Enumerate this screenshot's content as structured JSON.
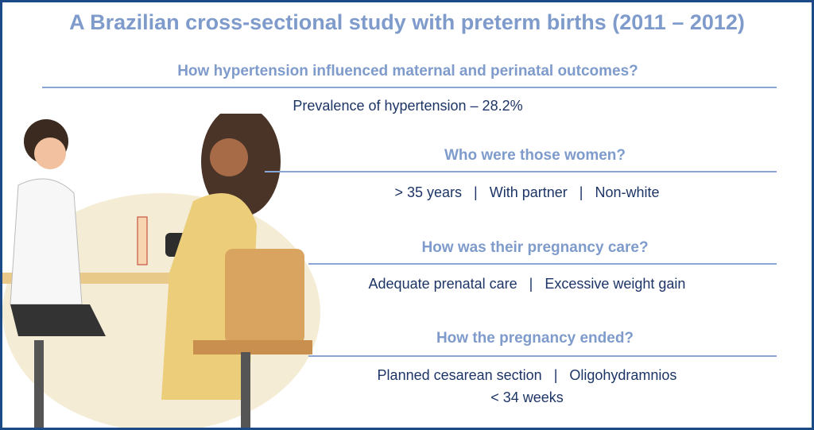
{
  "title": "A Brazilian cross-sectional study with preterm births (2011 – 2012)",
  "sections": [
    {
      "heading": "How hypertension influenced maternal and perinatal outcomes?",
      "lines": [
        "Prevalence of hypertension – 28.2%"
      ]
    },
    {
      "heading": "Who were those women?",
      "lines": [
        "> 35 years   |   With partner   |   Non-white"
      ]
    },
    {
      "heading": "How was their pregnancy care?",
      "lines": [
        "Adequate prenatal care   |   Excessive weight gain"
      ]
    },
    {
      "heading": "How the pregnancy ended?",
      "lines": [
        "Planned cesarean section   |   Oligohydramnios",
        "< 34 weeks"
      ]
    }
  ],
  "colors": {
    "border": "#1c4a86",
    "heading": "#7e9bcb",
    "text": "#1d3566",
    "rule": "#8aa6d4"
  }
}
